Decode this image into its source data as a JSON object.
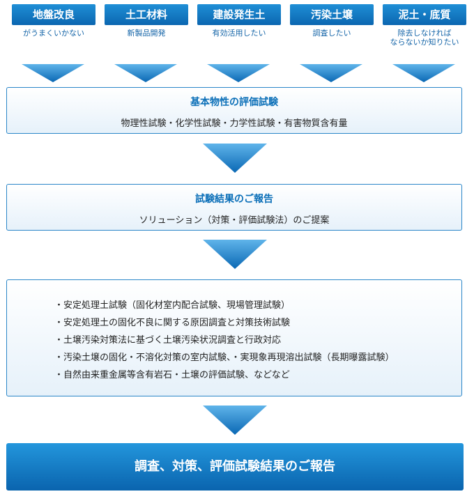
{
  "categories": [
    {
      "label": "地盤改良",
      "sub": "がうまくいかない"
    },
    {
      "label": "土工材料",
      "sub": "新製品開発"
    },
    {
      "label": "建設発生土",
      "sub": "有効活用したい"
    },
    {
      "label": "汚染土壌",
      "sub": "調査したい"
    },
    {
      "label": "泥土・底質",
      "sub": "除去しなければ\nならないか知りたい"
    }
  ],
  "step1": {
    "title": "基本物性の評価試験",
    "text": "物理性試験・化学性試験・力学性試験・有害物質含有量"
  },
  "step2": {
    "title": "試験結果のご報告",
    "text": "ソリューション（対策・評価試験法）のご提案"
  },
  "services": [
    "・安定処理土試験（固化材室内配合試験、現場管理試験）",
    "・安定処理土の固化不良に関する原因調査と対策技術試験",
    "・土壌汚染対策法に基づく土壌汚染状況調査と行政対応",
    "・汚染土壌の固化・不溶化対策の室内試験、・実現象再現溶出試験（長期曝露試験）",
    "・自然由来重金属等含有岩石・土壌の評価試験、などなど"
  ],
  "final_label": "調査、対策、評価試験結果のご報告",
  "colors": {
    "accent": "#0b6fb8",
    "button_top": "#1f8fd6",
    "button_bottom": "#0b66b0",
    "border": "#2a86c8"
  }
}
